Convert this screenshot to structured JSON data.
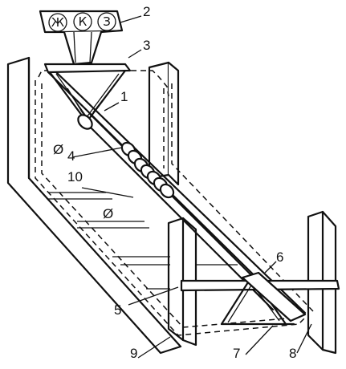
{
  "labels": {
    "l1": "1",
    "l2": "2",
    "l3": "3",
    "l4": "4",
    "l5": "5",
    "l6": "6",
    "l7": "7",
    "l8": "8",
    "l9": "9",
    "l10": "10"
  },
  "diameter_marks": {
    "d1": "Ø",
    "d2": "Ø"
  },
  "hopper_letters": {
    "a": "Ж",
    "b": "К",
    "c": "З"
  }
}
